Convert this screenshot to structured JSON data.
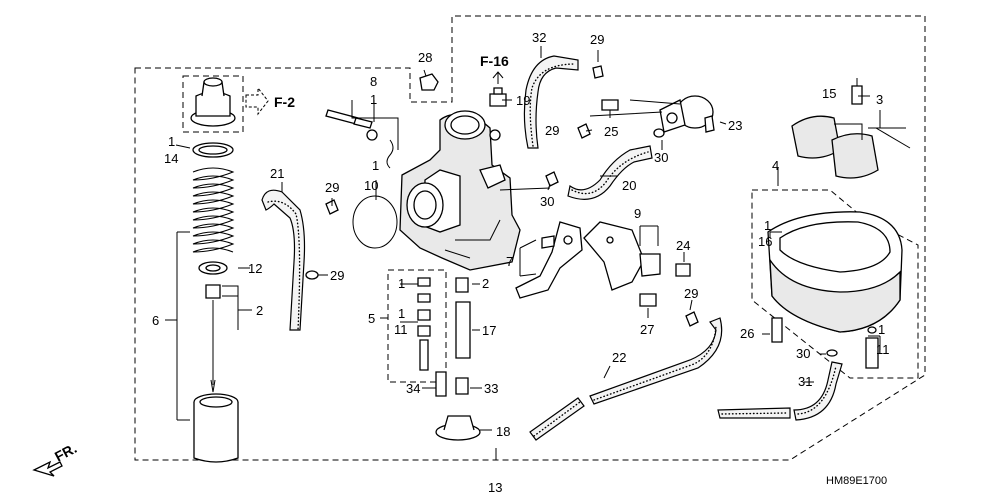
{
  "diagram": {
    "code": "HM89E1700",
    "refs": {
      "f2": "F-2",
      "f16": "F-16",
      "fr": "FR."
    },
    "callouts": [
      "1",
      "2",
      "3",
      "4",
      "5",
      "6",
      "7",
      "8",
      "9",
      "10",
      "11",
      "12",
      "13",
      "14",
      "15",
      "16",
      "17",
      "18",
      "19",
      "20",
      "21",
      "22",
      "23",
      "24",
      "25",
      "26",
      "27",
      "28",
      "29",
      "30",
      "31",
      "32",
      "33",
      "34"
    ]
  }
}
